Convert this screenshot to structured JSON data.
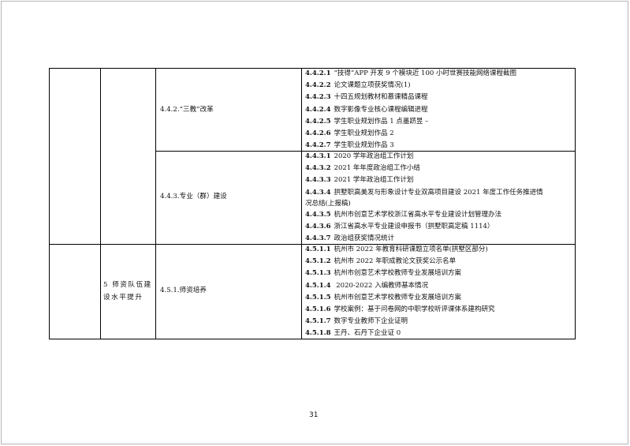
{
  "sections": {
    "s442": {
      "label": "4.4.2.“三教”改革",
      "items": [
        {
          "num": "4.4.2.1",
          "text": "“技得”APP 开发 9 个模块近 100 小时世赛技能网络课程截图"
        },
        {
          "num": "4.4.2.2",
          "text": "论文课题立项获奖情况(1)"
        },
        {
          "num": "4.4.2.3",
          "text": "十四五规划教材和慕课精品课程"
        },
        {
          "num": "4.4.2.4",
          "text": "数字影像专业核心课程编辑进程"
        },
        {
          "num": "4.4.2.5",
          "text": "学生职业规划作品 1 点墨跻昱 –"
        },
        {
          "num": "4.4.2.6",
          "text": "学生职业规划作品 2"
        },
        {
          "num": "4.4.2.7",
          "text": "学生职业规划作品 3"
        }
      ]
    },
    "s443": {
      "label": "4.4.3.专业（群）建设",
      "items": [
        {
          "num": "4.4.3.1",
          "text": "2020 学年政治组工作计划"
        },
        {
          "num": "4.4.3.2",
          "text": "2021 年年度政治组工作小结"
        },
        {
          "num": "4.4.3.3",
          "text": "2021 学年政治组工作计划"
        },
        {
          "num": "4.4.3.4",
          "text": "拱墅职高美发与形象设计专业双高项目建设 2021 年度工作任务推进情"
        },
        {
          "num": "",
          "text": "况总结(上报稿)"
        },
        {
          "num": "4.4.3.5",
          "text": "杭州市创意艺术学校浙江省高水平专业建设计划管理办法"
        },
        {
          "num": "4.4.3.6",
          "text": "浙江省高水平专业建设申报书（拱墅职高定稿 1114）"
        },
        {
          "num": "4.4.3.7",
          "text": "政治组获奖情况统计"
        }
      ]
    },
    "category5": {
      "line1": "5 师资队伍建",
      "line2": "设水平提升"
    },
    "s451": {
      "label": "4.5.1.师资培养",
      "items": [
        {
          "num": "4.5.1.1",
          "text": "杭州市 2022 年教育科研课题立项名单(拱墅区部分)"
        },
        {
          "num": "4.5.1.2",
          "text": "杭州市 2022 年职成教论文获奖公示名单"
        },
        {
          "num": "4.5.1.3",
          "text": "杭州市创意艺术学校教师专业发展培训方案"
        },
        {
          "num": "4.5.1.4",
          "text": " 2020-2022 入编教师基本情况"
        },
        {
          "num": "4.5.1.5",
          "text": "杭州市创意艺术学校教师专业发展培训方案"
        },
        {
          "num": "4.5.1.6",
          "text": "学校案例：基于问卷网的中职学校听评课体系建构研究"
        },
        {
          "num": "4.5.1.7",
          "text": "数字专业教师下企业证明"
        },
        {
          "num": "4.5.1.8",
          "text": "王丹、石丹下企业证 0"
        }
      ]
    }
  },
  "page_number": "31"
}
